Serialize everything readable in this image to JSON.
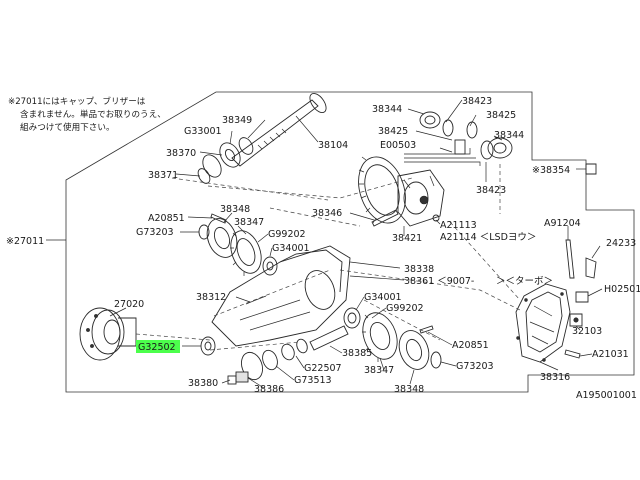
{
  "notes": [
    "※27011にはキャップ、ブリザーは",
    "含まれません。単品でお取りのうえ、",
    "組みつけて使用下さい。"
  ],
  "frame_label": "※27011",
  "diagram_id": "A195001001",
  "highlighted_part": "G32502",
  "labels": {
    "p38349": "38349",
    "p33001": "G33001",
    "p38370": "38370",
    "p38371": "38371",
    "p38104": "38104",
    "p38344a": "38344",
    "p38423a": "38423",
    "p38425a": "38425",
    "p38425b": "38425",
    "p38344b": "38344",
    "e00503": "E00503",
    "p38423b": "38423",
    "p38354": "※38354",
    "a20851a": "A20851",
    "p38348a": "38348",
    "p38347a": "38347",
    "g73203a": "G73203",
    "g99202a": "G99202",
    "g34001a": "G34001",
    "p38346": "38346",
    "a21113": "A21113",
    "a21114": "A21114 ＜LSDヨウ＞",
    "p38421": "38421",
    "a91204": "A91204",
    "p24233": "24233",
    "p38338": "38338",
    "p38361": "38361 ＜9007-",
    "turbo": "＞＜ターボ＞",
    "h02501": "H02501",
    "p27020": "27020",
    "p38312": "38312",
    "g34001b": "G34001",
    "g99202b": "G99202",
    "p32103": "32103",
    "g32502": "G32502",
    "a20851b": "A20851",
    "a21031": "A21031",
    "p38385": "38385",
    "g22507": "G22507",
    "p38347b": "38347",
    "g73203b": "G73203",
    "g73513": "G73513",
    "p38316": "38316",
    "p38380": "38380",
    "p38386": "38386",
    "p38348b": "38348"
  }
}
